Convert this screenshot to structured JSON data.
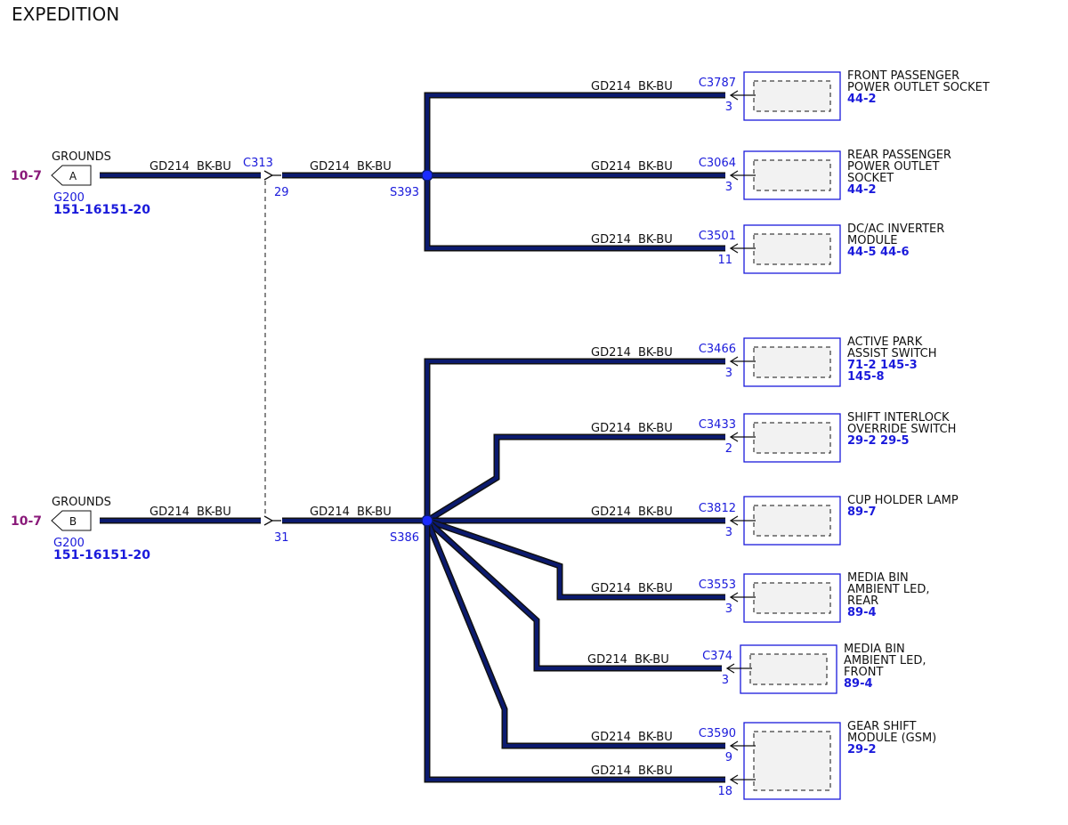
{
  "title": "EXPEDITION",
  "wire": {
    "circuit": "GD214",
    "color": "BK-BU"
  },
  "colors": {
    "wire_core": "#0b1a6e",
    "wire_edge": "#111111",
    "connector": "#1a1adb",
    "page_ref": "#8a1a7a",
    "module_fill": "#f2f2f2"
  },
  "grounds": [
    {
      "letter": "A",
      "title": "GROUNDS",
      "page_ref": "10-7",
      "location": "G200",
      "ref": "151-16151-20"
    },
    {
      "letter": "B",
      "title": "GROUNDS",
      "page_ref": "10-7",
      "location": "G200",
      "ref": "151-16151-20"
    }
  ],
  "inline": [
    {
      "id": "C313",
      "pin": "29"
    },
    {
      "id": "C313",
      "pin": "31"
    }
  ],
  "splices": [
    "S393",
    "S386"
  ],
  "components": [
    {
      "conn": "C3787",
      "pin": "3",
      "name": [
        "FRONT PASSENGER",
        "POWER OUTLET SOCKET"
      ],
      "refs": [
        "44-2"
      ]
    },
    {
      "conn": "C3064",
      "pin": "3",
      "name": [
        "REAR PASSENGER",
        "POWER OUTLET",
        "SOCKET"
      ],
      "refs": [
        "44-2"
      ]
    },
    {
      "conn": "C3501",
      "pin": "11",
      "name": [
        "DC/AC INVERTER",
        "MODULE"
      ],
      "refs": [
        "44-5  44-6"
      ]
    },
    {
      "conn": "C3466",
      "pin": "3",
      "name": [
        "ACTIVE PARK",
        "ASSIST SWITCH"
      ],
      "refs": [
        "71-2  145-3",
        "145-8"
      ]
    },
    {
      "conn": "C3433",
      "pin": "2",
      "name": [
        "SHIFT INTERLOCK",
        "OVERRIDE SWITCH"
      ],
      "refs": [
        "29-2  29-5"
      ]
    },
    {
      "conn": "C3812",
      "pin": "3",
      "name": [
        "CUP HOLDER LAMP"
      ],
      "refs": [
        "89-7"
      ]
    },
    {
      "conn": "C3553",
      "pin": "3",
      "name": [
        "MEDIA BIN",
        "AMBIENT LED,",
        "REAR"
      ],
      "refs": [
        "89-4"
      ]
    },
    {
      "conn": "C374",
      "pin": "3",
      "name": [
        "MEDIA BIN",
        "AMBIENT LED,",
        "FRONT"
      ],
      "refs": [
        "89-4"
      ]
    },
    {
      "conn": "C3590",
      "pin": "9",
      "name": [
        "GEAR SHIFT",
        "MODULE (GSM)"
      ],
      "refs": [
        "29-2"
      ]
    },
    {
      "conn": "C3590",
      "pin": "18",
      "name": [],
      "refs": []
    }
  ]
}
